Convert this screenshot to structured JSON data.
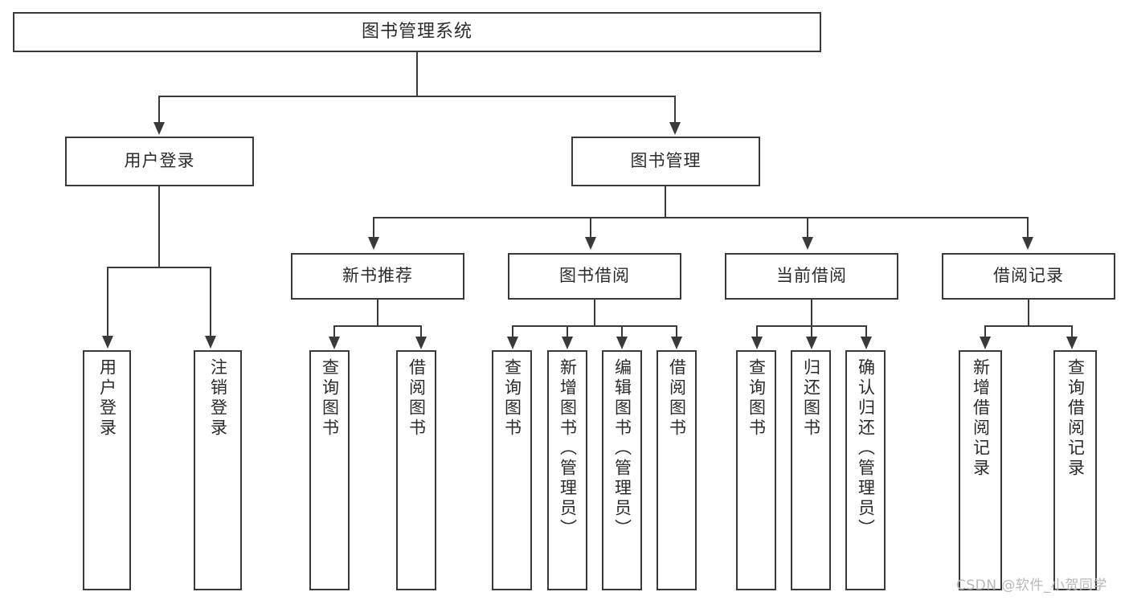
{
  "diagram": {
    "title": "图书管理系统",
    "type": "tree-hierarchy",
    "root": {
      "label": "图书管理系统"
    },
    "level1": [
      {
        "label": "用户登录"
      },
      {
        "label": "图书管理"
      }
    ],
    "level2": [
      {
        "label": "新书推荐"
      },
      {
        "label": "图书借阅"
      },
      {
        "label": "当前借阅"
      },
      {
        "label": "借阅记录"
      }
    ],
    "leaves": {
      "user_login": [
        {
          "label": "用户登录"
        },
        {
          "label": "注销登录"
        }
      ],
      "new_book_recommend": [
        {
          "label": "查询图书"
        },
        {
          "label": "借阅图书"
        }
      ],
      "book_borrow": [
        {
          "label": "查询图书"
        },
        {
          "label": "新增图书（管理员）"
        },
        {
          "label": "编辑图书（管理员）"
        },
        {
          "label": "借阅图书"
        }
      ],
      "current_borrow": [
        {
          "label": "查询图书"
        },
        {
          "label": "归还图书"
        },
        {
          "label": "确认归还（管理员）"
        }
      ],
      "borrow_record": [
        {
          "label": "新增借阅记录"
        },
        {
          "label": "查询借阅记录"
        }
      ]
    }
  },
  "watermark": {
    "text": "CSDN @软件_小贺同学"
  },
  "colors": {
    "stroke": "#3a3a3c",
    "background": "#ffffff",
    "text": "#2b2b2b",
    "watermark": "#b9b9b9"
  }
}
